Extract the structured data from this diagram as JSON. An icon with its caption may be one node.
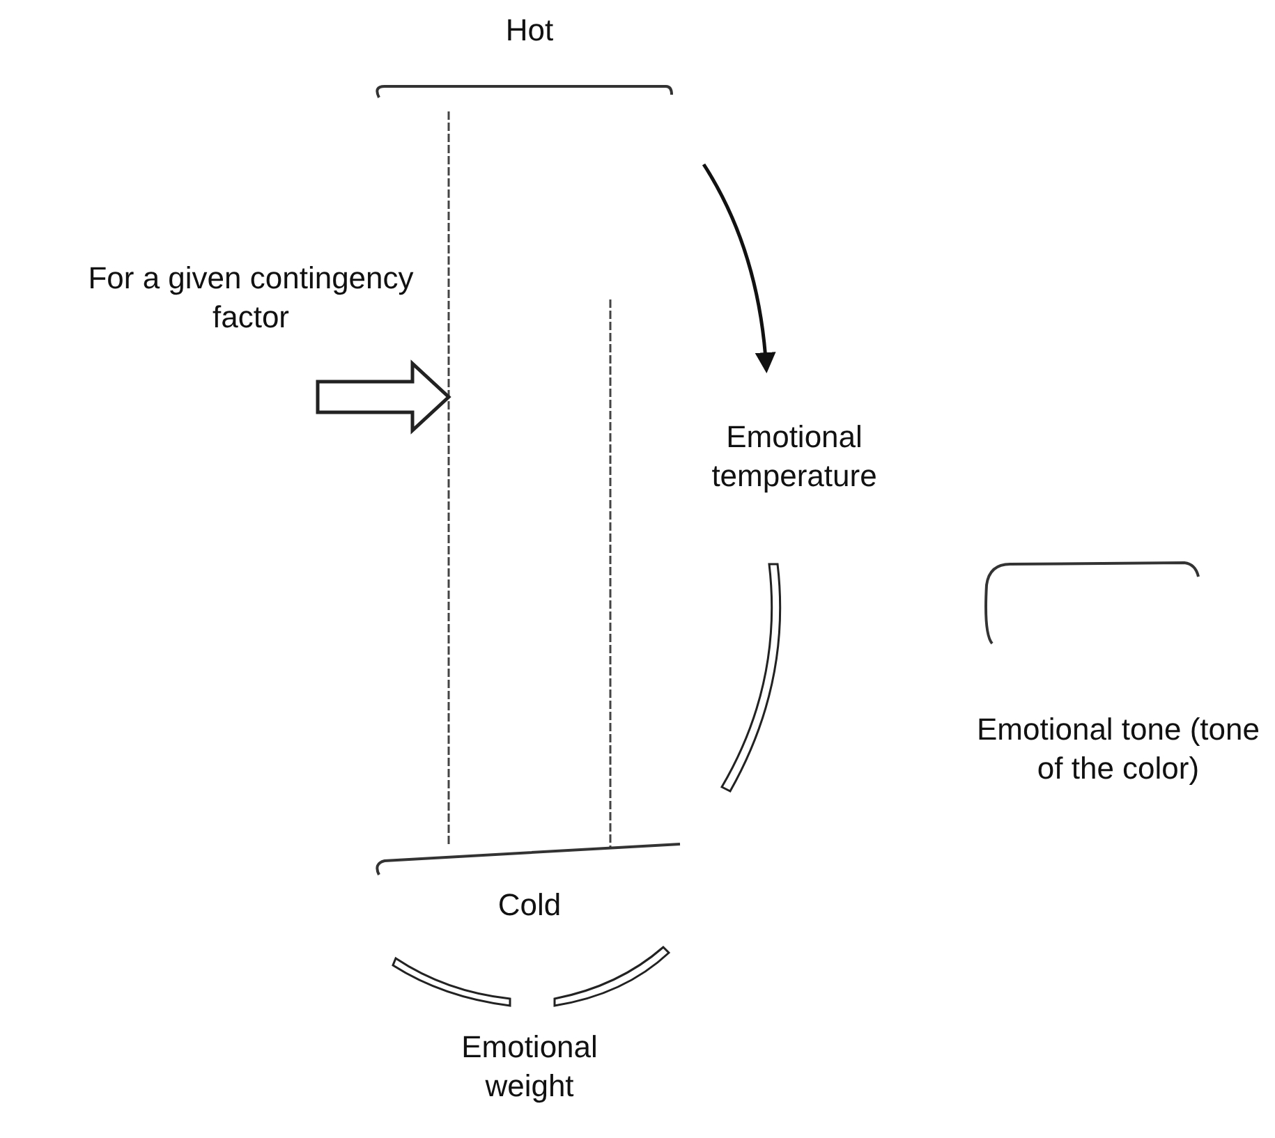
{
  "diagram": {
    "nodes": [
      {
        "text": [
          "For a given contingency factor"
        ]
      },
      {
        "text": [],
        "shape": "bar"
      }
    ],
    "edges": [
      {
        "from": 0,
        "to": 1,
        "arrow": "to"
      }
    ],
    "labels": [
      "Hot",
      "Emotional temperature",
      "Emotional tone (tone of the color)",
      "Cold",
      "Emotional weight"
    ]
  }
}
